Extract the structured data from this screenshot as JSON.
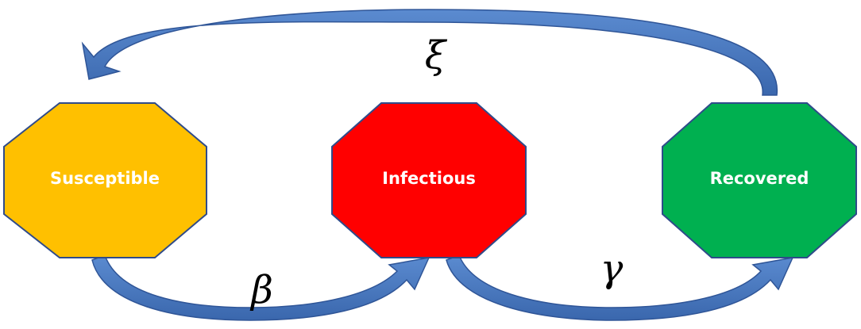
{
  "nodes": {
    "susceptible": {
      "label": "Susceptible",
      "color": "#ffc000"
    },
    "infectious": {
      "label": "Infectious",
      "color": "#ff0000"
    },
    "recovered": {
      "label": "Recovered",
      "color": "#00b050"
    }
  },
  "rates": {
    "xi": "ξ",
    "beta": "β",
    "gamma": "γ"
  },
  "arrow_color": "#4472c4"
}
